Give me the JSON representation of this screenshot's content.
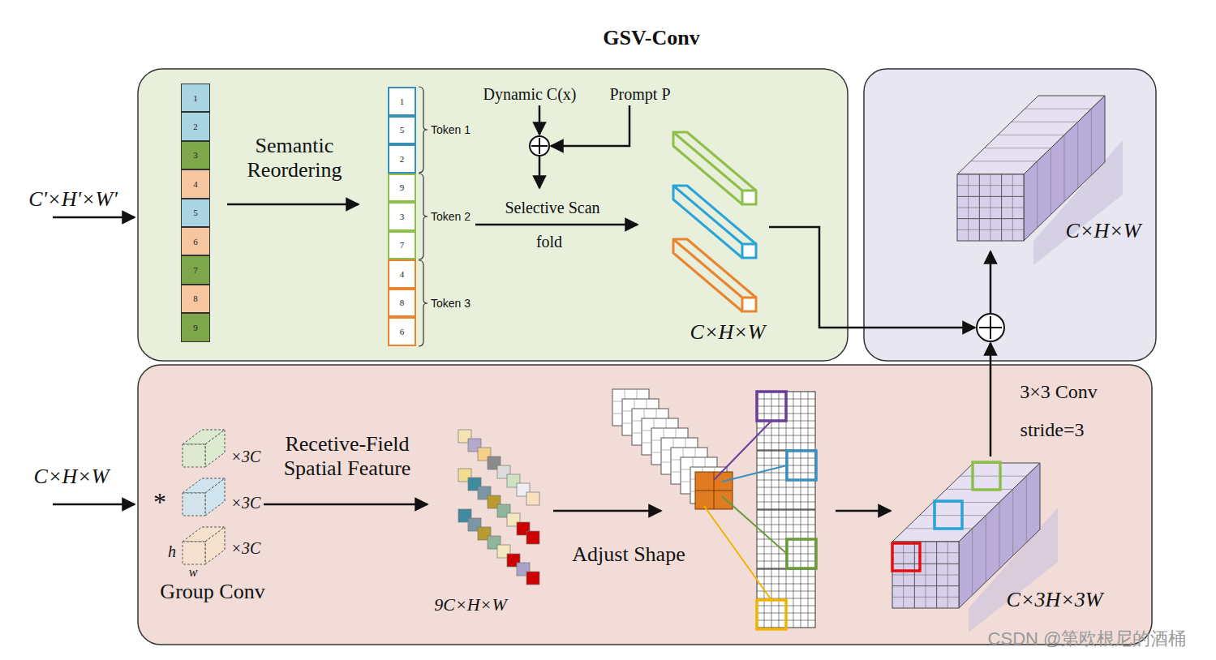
{
  "diagram": {
    "title": "GSV-Conv",
    "nodes": [
      {
        "text": [
          "1"
        ]
      },
      {
        "text": [
          "2"
        ]
      },
      {
        "text": [
          "3"
        ]
      },
      {
        "text": [
          "4"
        ]
      },
      {
        "text": [
          "5"
        ]
      },
      {
        "text": [
          "6"
        ]
      },
      {
        "text": [
          "7"
        ]
      },
      {
        "text": [
          "8"
        ]
      },
      {
        "text": [
          "9"
        ]
      },
      {
        "text": [
          "1"
        ]
      },
      {
        "text": [
          "5"
        ]
      },
      {
        "text": [
          "2"
        ]
      },
      {
        "text": [
          "9"
        ]
      },
      {
        "text": [
          "3"
        ]
      },
      {
        "text": [
          "7"
        ]
      },
      {
        "text": [
          "4"
        ]
      },
      {
        "text": [
          "8"
        ]
      },
      {
        "text": [
          "6"
        ]
      }
    ],
    "labels": [
      "C'×H'×W'",
      "Semantic Reordering",
      "Token 1",
      "Token 2",
      "Token 3",
      "Dynamic C(x)",
      "Prompt P",
      "Selective Scan",
      "fold",
      "C×H×W",
      "C×H×W",
      "C×H×W",
      "*",
      "×3C",
      "×3C",
      "×3C",
      "h",
      "w",
      "Group Conv",
      "Recetive-Field Spatial Feature",
      "9C×H×W",
      "Adjust Shape",
      "C×3H×3W",
      "3×3 Conv",
      "stride=3",
      "CSDN @第欧根尼的酒桶"
    ]
  }
}
